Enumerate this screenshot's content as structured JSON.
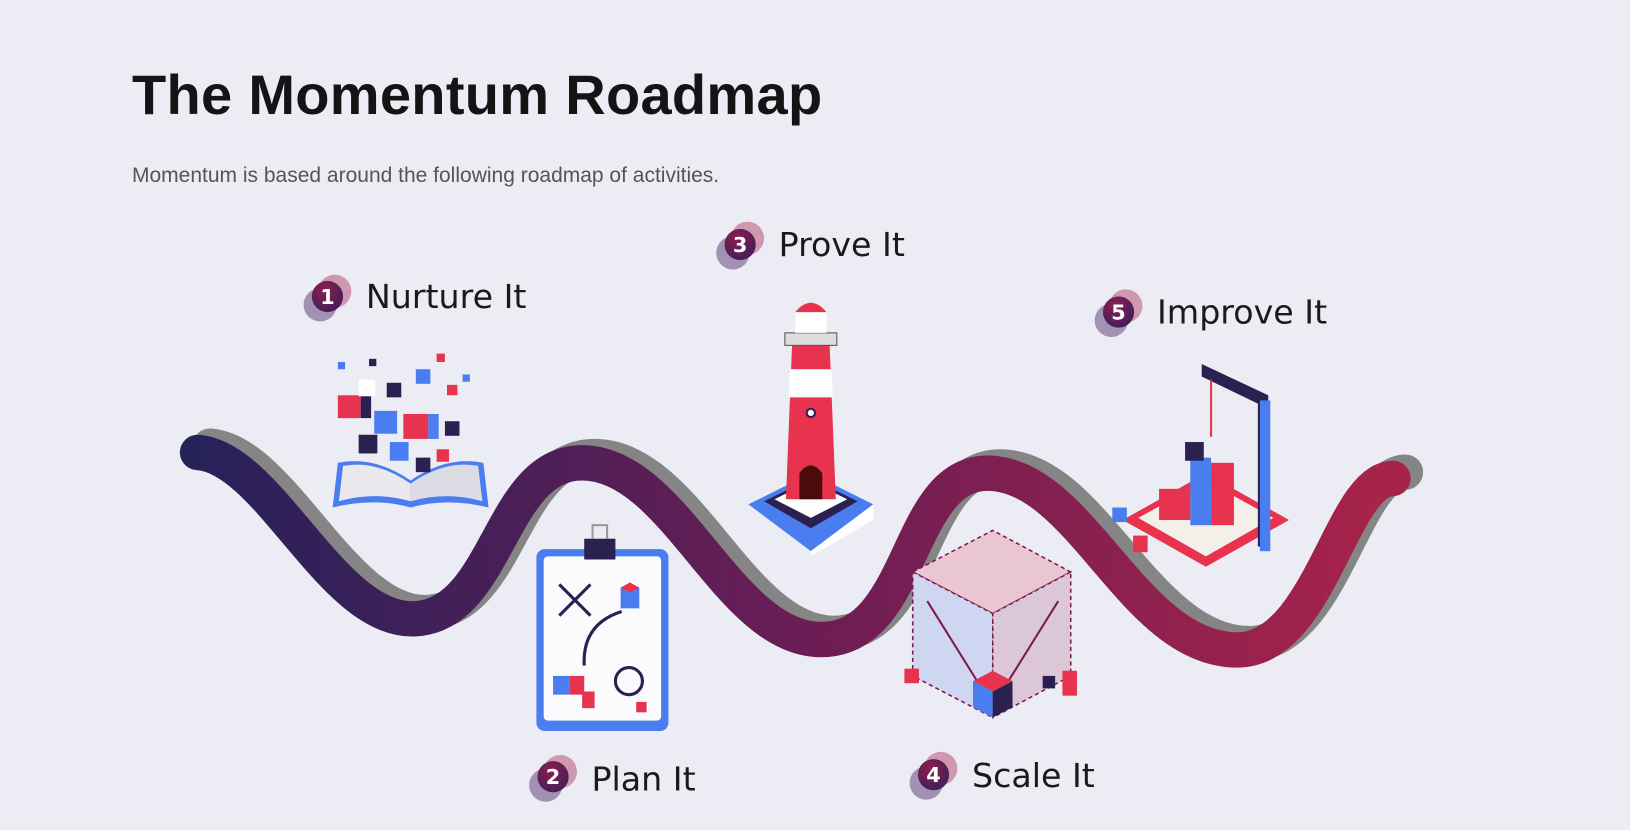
{
  "header": {
    "title": "The Momentum Roadmap",
    "subtitle": "Momentum is based around the following roadmap of activities."
  },
  "steps": [
    {
      "number": "1",
      "label": "Nurture It",
      "icon": "book-cubes-icon"
    },
    {
      "number": "2",
      "label": "Plan It",
      "icon": "clipboard-plan-icon"
    },
    {
      "number": "3",
      "label": "Prove It",
      "icon": "lighthouse-icon"
    },
    {
      "number": "4",
      "label": "Scale It",
      "icon": "scale-cube-icon"
    },
    {
      "number": "5",
      "label": "Improve It",
      "icon": "crane-icon"
    }
  ],
  "colors": {
    "background": "#ecedf4",
    "road_start": "#27215a",
    "road_end": "#a8234a",
    "accent_red": "#e8334f",
    "accent_blue": "#4a7df0",
    "navy": "#2b2150"
  }
}
